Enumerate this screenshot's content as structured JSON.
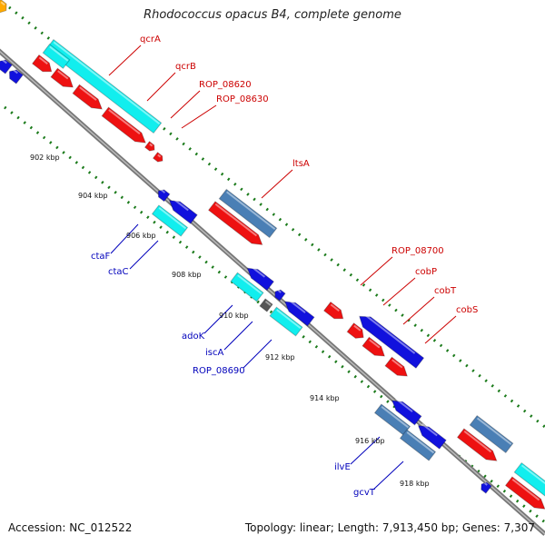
{
  "title": "Rhodococcus opacus B4, complete genome",
  "footer": {
    "accession": "Accession: NC_012522",
    "summary": "Topology: linear; Length: 7,913,450 bp; Genes: 7,307"
  },
  "colors": {
    "backbone": "#888888",
    "ruler_dash": "#1a7a1a",
    "forward_cds": "#ee1111",
    "reverse_cds": "#1111dd",
    "forward_rna": "#11eeee",
    "steelblue_gene": "#4a7fb5",
    "gray_gene": "#555555",
    "orange_gene": "#ffaa00",
    "label_fwd": "#cc0000",
    "label_rev": "#0000bb"
  },
  "ruler": {
    "unit": "kbp",
    "ticks": [
      "902 kbp",
      "904 kbp",
      "906 kbp",
      "908 kbp",
      "910 kbp",
      "912 kbp",
      "914 kbp",
      "916 kbp",
      "918 kbp"
    ]
  },
  "forward_labels": [
    "qcrA",
    "qcrB",
    "ROP_08620",
    "ROP_08630",
    "ltsA",
    "ROP_08700",
    "cobP",
    "cobT",
    "cobS"
  ],
  "reverse_labels": [
    "ctaF",
    "ctaC",
    "adoK",
    "iscA",
    "ROP_08690",
    "ilvE",
    "gcvT"
  ]
}
